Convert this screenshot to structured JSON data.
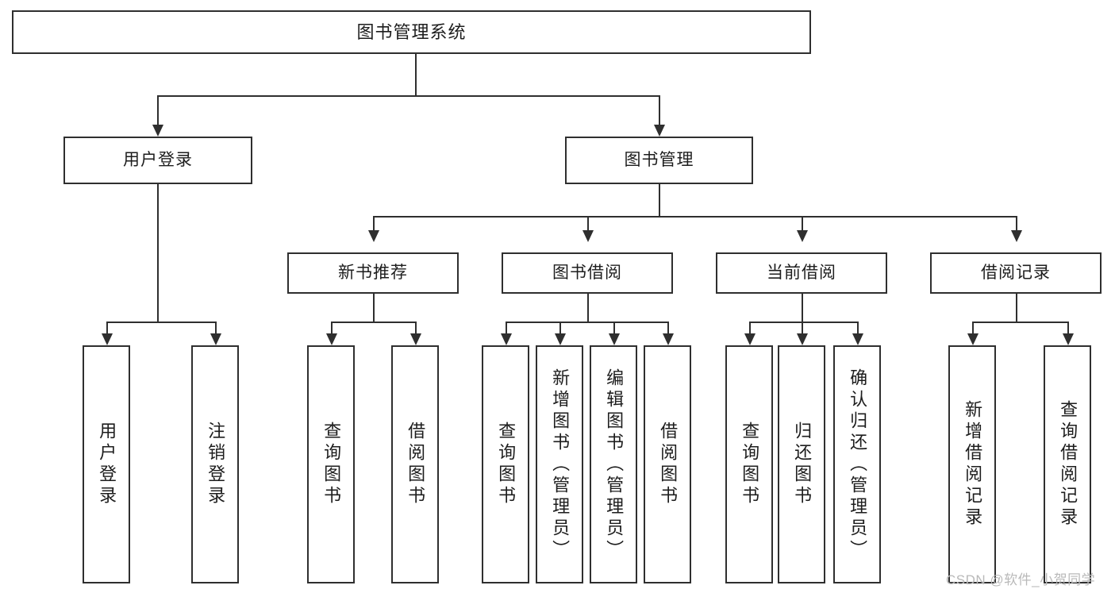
{
  "diagram": {
    "title": "图书管理系统",
    "type": "tree",
    "root": {
      "label": "图书管理系统"
    },
    "level2": [
      {
        "label": "用户登录"
      },
      {
        "label": "图书管理"
      }
    ],
    "level3": [
      {
        "label": "新书推荐"
      },
      {
        "label": "图书借阅"
      },
      {
        "label": "当前借阅"
      },
      {
        "label": "借阅记录"
      }
    ],
    "leaves": {
      "user_login": [
        {
          "label": "用户登录"
        },
        {
          "label": "注销登录"
        }
      ],
      "new_book_recommend": [
        {
          "label": "查询图书"
        },
        {
          "label": "借阅图书"
        }
      ],
      "book_borrow": [
        {
          "label": "查询图书"
        },
        {
          "label": "新增图书（管理员）"
        },
        {
          "label": "编辑图书（管理员）"
        },
        {
          "label": "借阅图书"
        }
      ],
      "current_borrow": [
        {
          "label": "查询图书"
        },
        {
          "label": "归还图书"
        },
        {
          "label": "确认归还（管理员）"
        }
      ],
      "borrow_record": [
        {
          "label": "新增借阅记录"
        },
        {
          "label": "查询借阅记录"
        }
      ]
    }
  },
  "watermark": {
    "text": "CSDN @软件_小贺同学"
  },
  "colors": {
    "stroke": "#2f2f2f",
    "text": "#1d1d1d",
    "background": "#ffffff",
    "watermark": "#b9b9b9"
  }
}
